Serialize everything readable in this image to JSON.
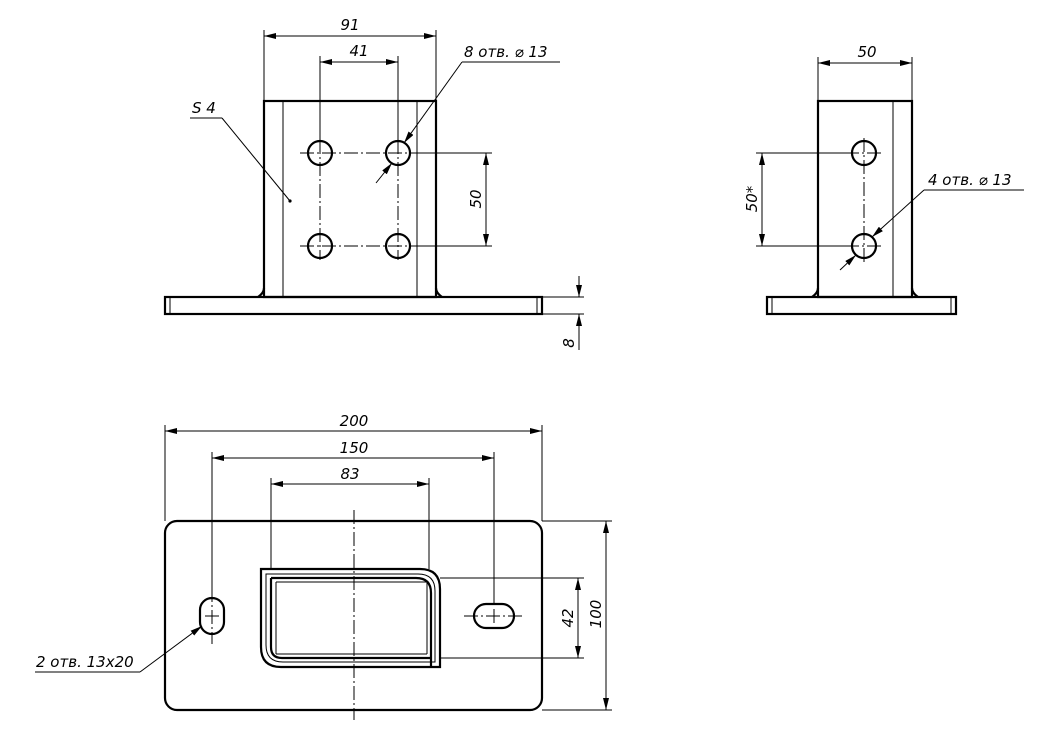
{
  "front_view": {
    "width_dim": "91",
    "hole_spacing_h": "41",
    "holes_callout": "8 отв. ⌀ 13",
    "thickness_callout": "S 4",
    "hole_spacing_v": "50",
    "base_thickness": "8"
  },
  "side_view": {
    "width_dim": "50",
    "hole_spacing_v": "50*",
    "holes_callout": "4 отв. ⌀ 13"
  },
  "top_view": {
    "overall_length": "200",
    "slot_spacing": "150",
    "post_length": "83",
    "post_width": "42",
    "overall_width": "100",
    "slots_callout": "2 отв. 13x20"
  }
}
